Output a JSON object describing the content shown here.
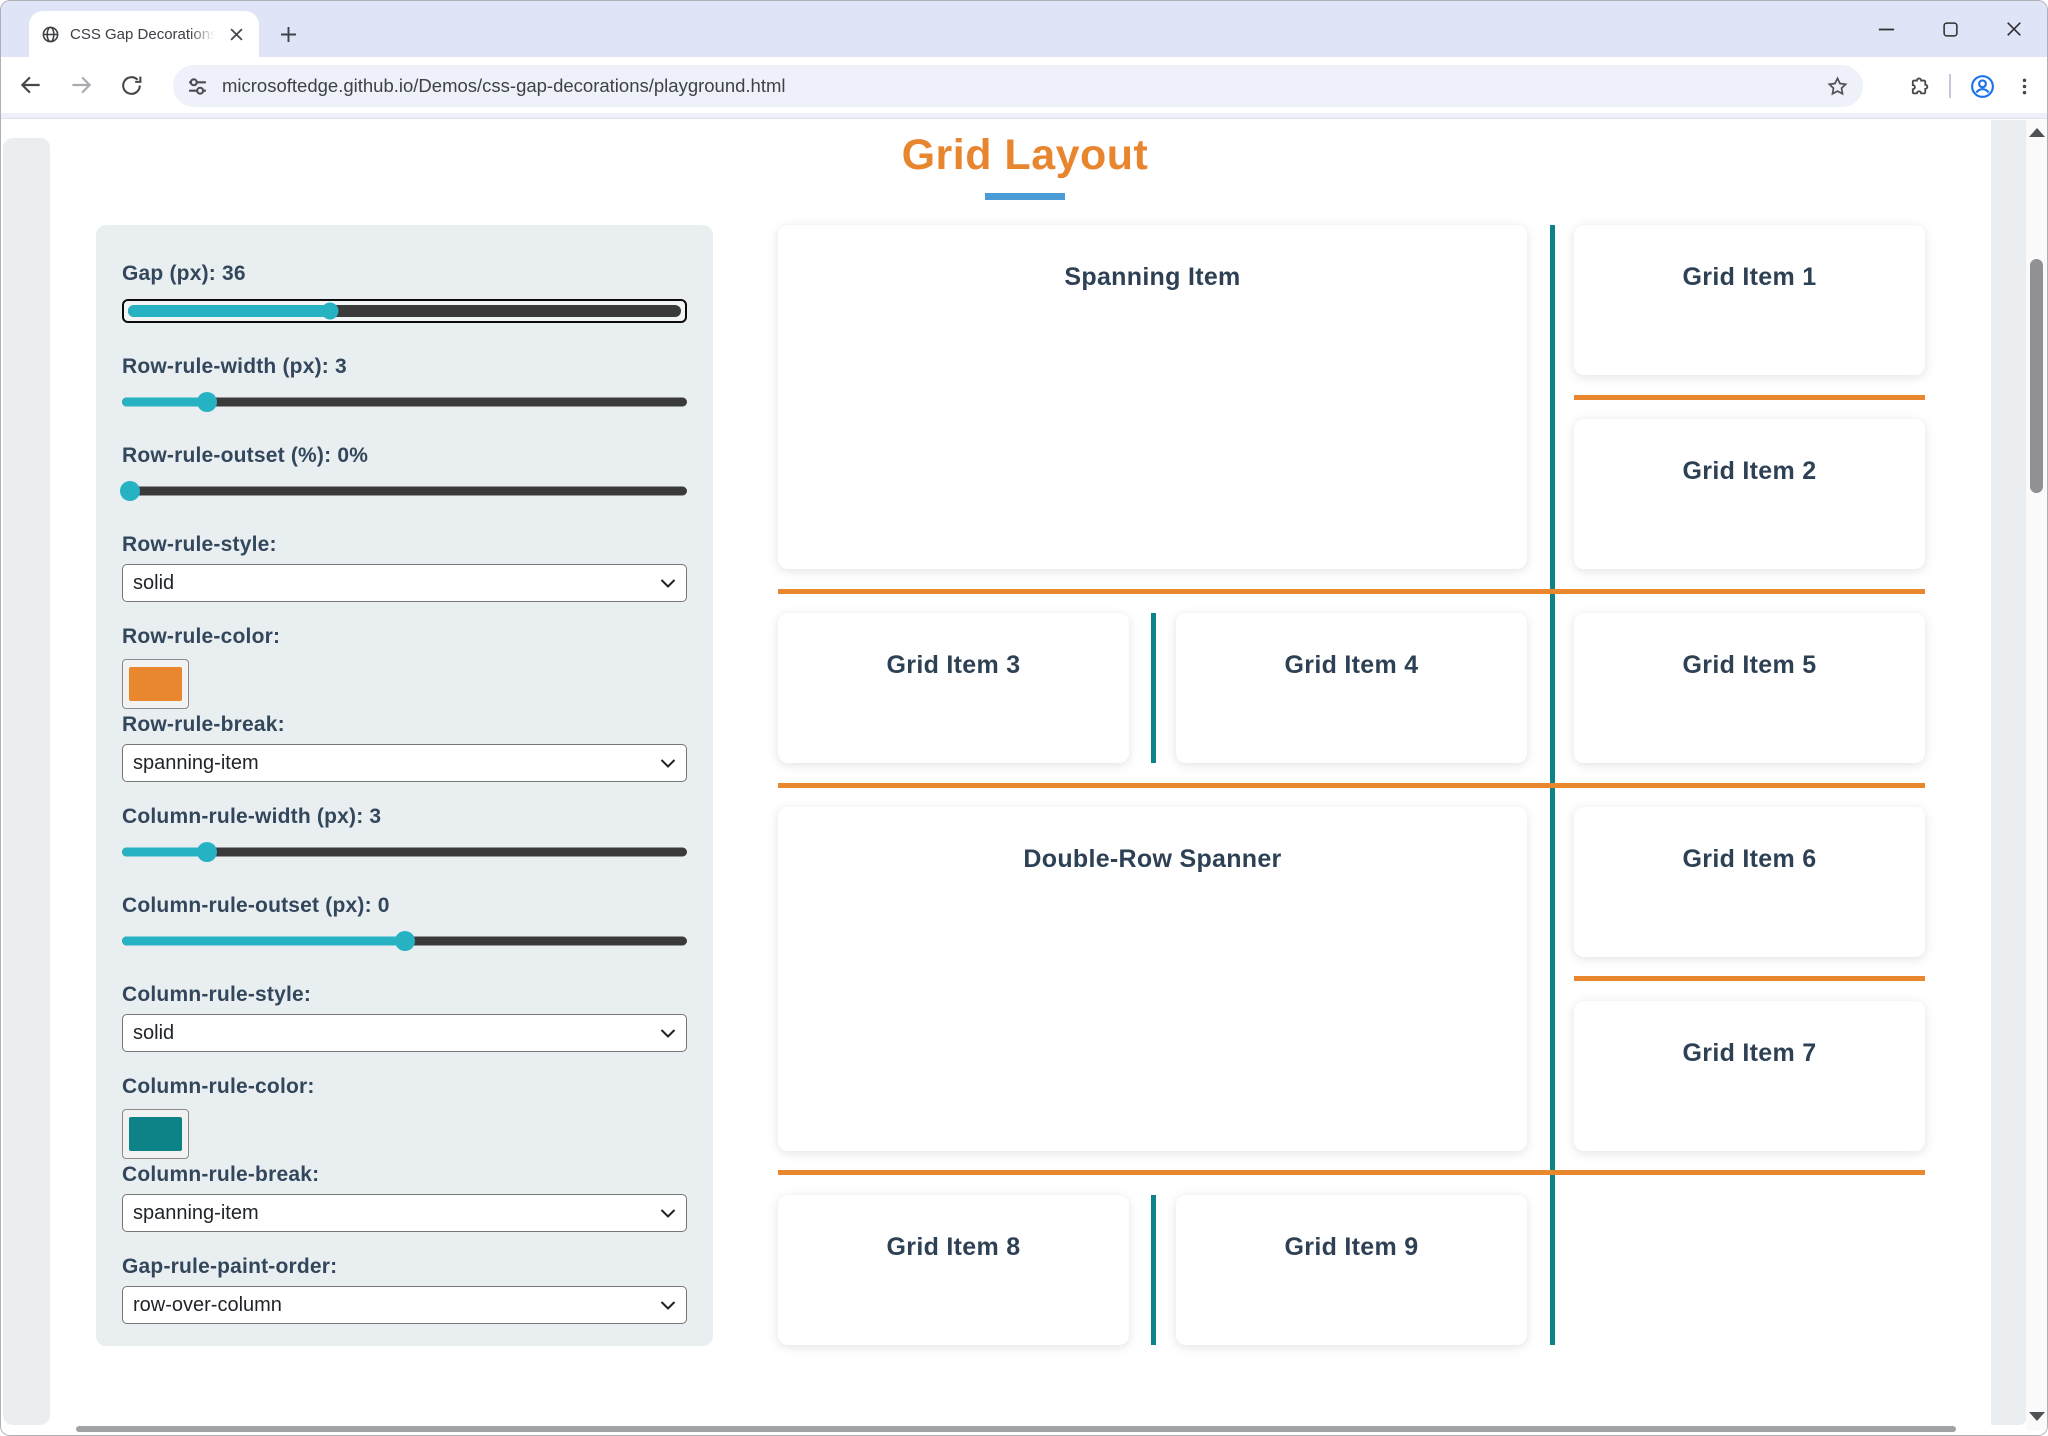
{
  "browser": {
    "tab_title": "CSS Gap Decorations playground",
    "url": "microsoftedge.github.io/Demos/css-gap-decorations/playground.html"
  },
  "page": {
    "title": "Grid Layout",
    "title_color": "#e8862f",
    "underline_color": "#4a9bd6"
  },
  "slider_color": "#27b2c4",
  "controls": {
    "gap": {
      "label": "Gap (px): 36",
      "fill": "36.5%"
    },
    "row_rule_width": {
      "label": "Row-rule-width (px): 3",
      "fill": "15%"
    },
    "row_rule_outset": {
      "label": "Row-rule-outset (%): 0%",
      "fill": "1.5%"
    },
    "row_rule_style": {
      "label": "Row-rule-style:",
      "value": "solid"
    },
    "row_rule_color": {
      "label": "Row-rule-color:",
      "value": "#e8872e"
    },
    "row_rule_break": {
      "label": "Row-rule-break:",
      "value": "spanning-item"
    },
    "column_rule_width": {
      "label": "Column-rule-width (px): 3",
      "fill": "15%"
    },
    "column_rule_outset": {
      "label": "Column-rule-outset (px): 0",
      "fill": "50%"
    },
    "column_rule_style": {
      "label": "Column-rule-style:",
      "value": "solid"
    },
    "column_rule_color": {
      "label": "Column-rule-color:",
      "value": "#0d8388"
    },
    "column_rule_break": {
      "label": "Column-rule-break:",
      "value": "spanning-item"
    },
    "gap_rule_paint_order": {
      "label": "Gap-rule-paint-order:",
      "value": "row-over-column"
    }
  },
  "grid": {
    "items": [
      {
        "label": "Spanning Item"
      },
      {
        "label": "Grid Item 1"
      },
      {
        "label": "Grid Item 2"
      },
      {
        "label": "Grid Item 3"
      },
      {
        "label": "Grid Item 4"
      },
      {
        "label": "Grid Item 5"
      },
      {
        "label": "Double-Row Spanner"
      },
      {
        "label": "Grid Item 6"
      },
      {
        "label": "Grid Item 7"
      },
      {
        "label": "Grid Item 8"
      },
      {
        "label": "Grid Item 9"
      }
    ]
  }
}
